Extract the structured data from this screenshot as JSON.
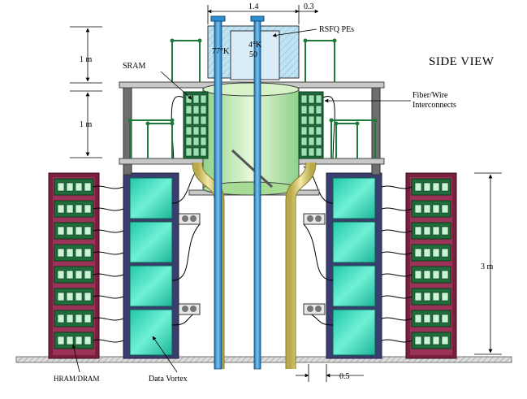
{
  "labels": {
    "side_view": "SIDE VIEW",
    "rsfq_pes": "RSFQ PEs",
    "temp_4k": "4°K",
    "count_50": "50",
    "temp_77k": "77°K",
    "sram": "SRAM",
    "fiber_wire_1": "Fiber/Wire",
    "fiber_wire_2": "Interconnects",
    "hram_dram": "HRAM/DRAM",
    "data_vortex": "Data Vortex",
    "dim_top_width": "1.4",
    "dim_top_offset": "0.3",
    "dim_upper_height": "1 m",
    "dim_middle_height": "1 m",
    "dim_rack_height": "3 m",
    "dim_gap": "0.5"
  },
  "colors": {
    "rack_dram": "#7a1f3d",
    "rack_vortex": "#3a3d6e",
    "board_green": "#1f6b3a",
    "vortex_cyan": "#2fd6b8",
    "cryostat_top": "#bfe3f2",
    "cryostat_green": "#bfe8b0",
    "pipe_blue": "#2e8fd0",
    "pipe_yellow": "#d8c86a",
    "platform": "#c8c8c8",
    "post": "#6e6e6e"
  }
}
